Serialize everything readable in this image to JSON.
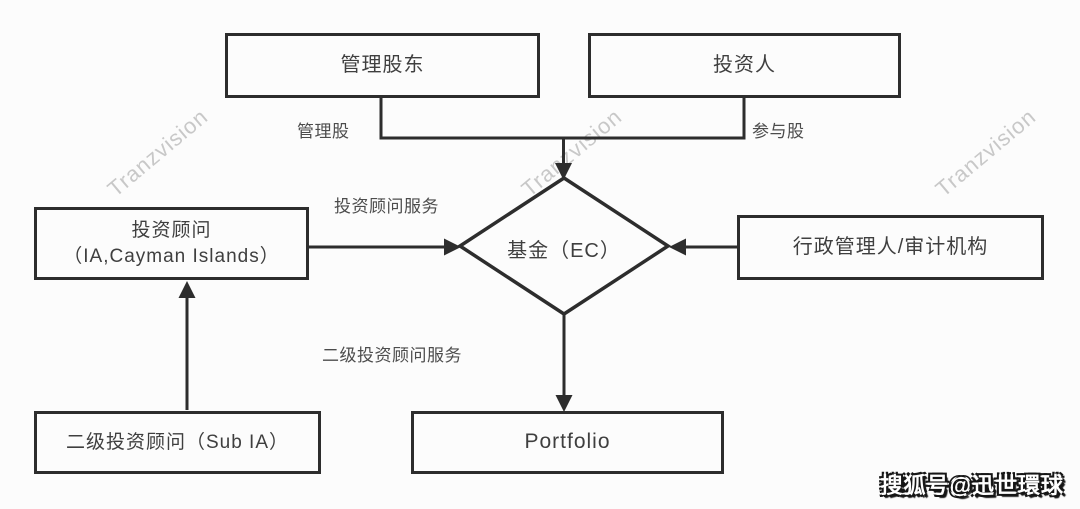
{
  "diagram": {
    "nodes": {
      "managing_shareholder": {
        "label": "管理股东"
      },
      "investors": {
        "label": "投资人"
      },
      "fund": {
        "label": "基金（EC）"
      },
      "investment_advisor": {
        "line1": "投资顾问",
        "line2": "（IA,Cayman Islands）"
      },
      "administrator": {
        "label": "行政管理人/审计机构"
      },
      "sub_advisor": {
        "label": "二级投资顾问（Sub IA）"
      },
      "portfolio": {
        "label": "Portfolio"
      }
    },
    "edge_labels": {
      "management_shares": "管理股",
      "participation_shares": "参与股",
      "advisor_service": "投资顾问服务",
      "sub_advisor_service": "二级投资顾问服务"
    }
  },
  "watermark": {
    "text": "Tranzvision",
    "color": "#c8c8c8"
  },
  "badge": {
    "text": "搜狐号@迅世環球"
  },
  "colors": {
    "line": "#2d2d2d",
    "box_text": "#3f3f3f",
    "background": "#fcfcfc"
  }
}
